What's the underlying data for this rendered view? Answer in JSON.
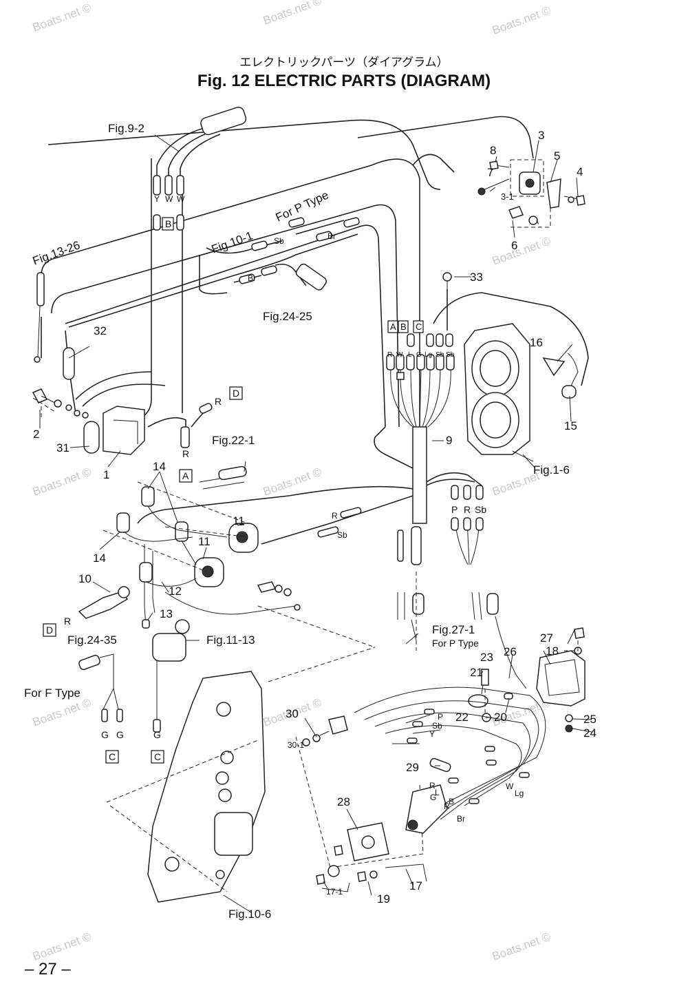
{
  "header": {
    "title_jp": "エレクトリックパーツ（ダイアグラム）",
    "title_en": "Fig. 12    ELECTRIC PARTS   (DIAGRAM)"
  },
  "page_number": "– 27 –",
  "watermarks": [
    "Boats.net ©",
    "Boats.net ©",
    "Boats.net ©",
    "Boats.net ©",
    "Boats.net ©",
    "Boats.net ©",
    "Boats.net ©",
    "Boats.net ©",
    "Boats.net ©",
    "Boats.net ©",
    "Boats.net ©",
    "Boats.net ©"
  ],
  "figure_refs": {
    "fig_9_2": "Fig.9-2",
    "fig_13_26": "Fig.13-26",
    "fig_10_1": "Fig.10-1",
    "for_p_type_top": "For P Type",
    "fig_24_25": "Fig.24-25",
    "fig_22_1": "Fig.22-1",
    "fig_1_6": "Fig.1-6",
    "fig_24_35": "Fig.24-35",
    "for_f_type": "For F Type",
    "fig_11_13": "Fig.11-13",
    "fig_27_1": "Fig.27-1",
    "for_p_type_bottom": "For P Type",
    "fig_10_6": "Fig.10-6"
  },
  "part_numbers": {
    "p1": "1",
    "p2": "2",
    "p3": "3",
    "p3_1": "3-1",
    "p4": "4",
    "p5": "5",
    "p6": "6",
    "p7": "7",
    "p8": "8",
    "p9": "9",
    "p10": "10",
    "p11a": "11",
    "p11b": "11",
    "p12": "12",
    "p13": "13",
    "p14a": "14",
    "p14b": "14",
    "p15": "15",
    "p16": "16",
    "p17": "17",
    "p17_1": "17-1",
    "p18": "18",
    "p19": "19",
    "p20": "20",
    "p21": "21",
    "p22": "22",
    "p23": "23",
    "p24": "24",
    "p25": "25",
    "p26": "26",
    "p27": "27",
    "p28": "28",
    "p29": "29",
    "p30": "30",
    "p30_1": "30-1",
    "p31": "31",
    "p32": "32",
    "p33": "33"
  },
  "connector_boxes": {
    "B_top": "B",
    "A_mid": "A",
    "B_mid": "B",
    "C_mid": "C",
    "D_right": "D",
    "A_bottom": "A",
    "D_left": "D",
    "C_left": "C",
    "C_right": "C"
  },
  "wire_codes": {
    "ywW": [
      "Y",
      "W",
      "W"
    ],
    "bundle": [
      "R",
      "W",
      "L",
      "G",
      "Lg",
      "Sb",
      "Sb"
    ],
    "prsb": [
      "P",
      "R",
      "Sb"
    ],
    "sb_top": "Sb",
    "br_top": "Br",
    "br_left": "Br",
    "r_d": "R",
    "r_a": "R",
    "r_mid": "R",
    "sb_mid": "Sb",
    "r_10": "R",
    "g_left": [
      "G",
      "G"
    ],
    "g_right": "G",
    "p_low": "P",
    "sb_low": "Sb",
    "y_low": "Y",
    "r_panel": "R",
    "l_panel": "L",
    "g_panel": "G",
    "b_panel": "B",
    "r2_panel": "R",
    "br_panel": "Br",
    "w_panel": "W",
    "lg_panel": "Lg"
  }
}
